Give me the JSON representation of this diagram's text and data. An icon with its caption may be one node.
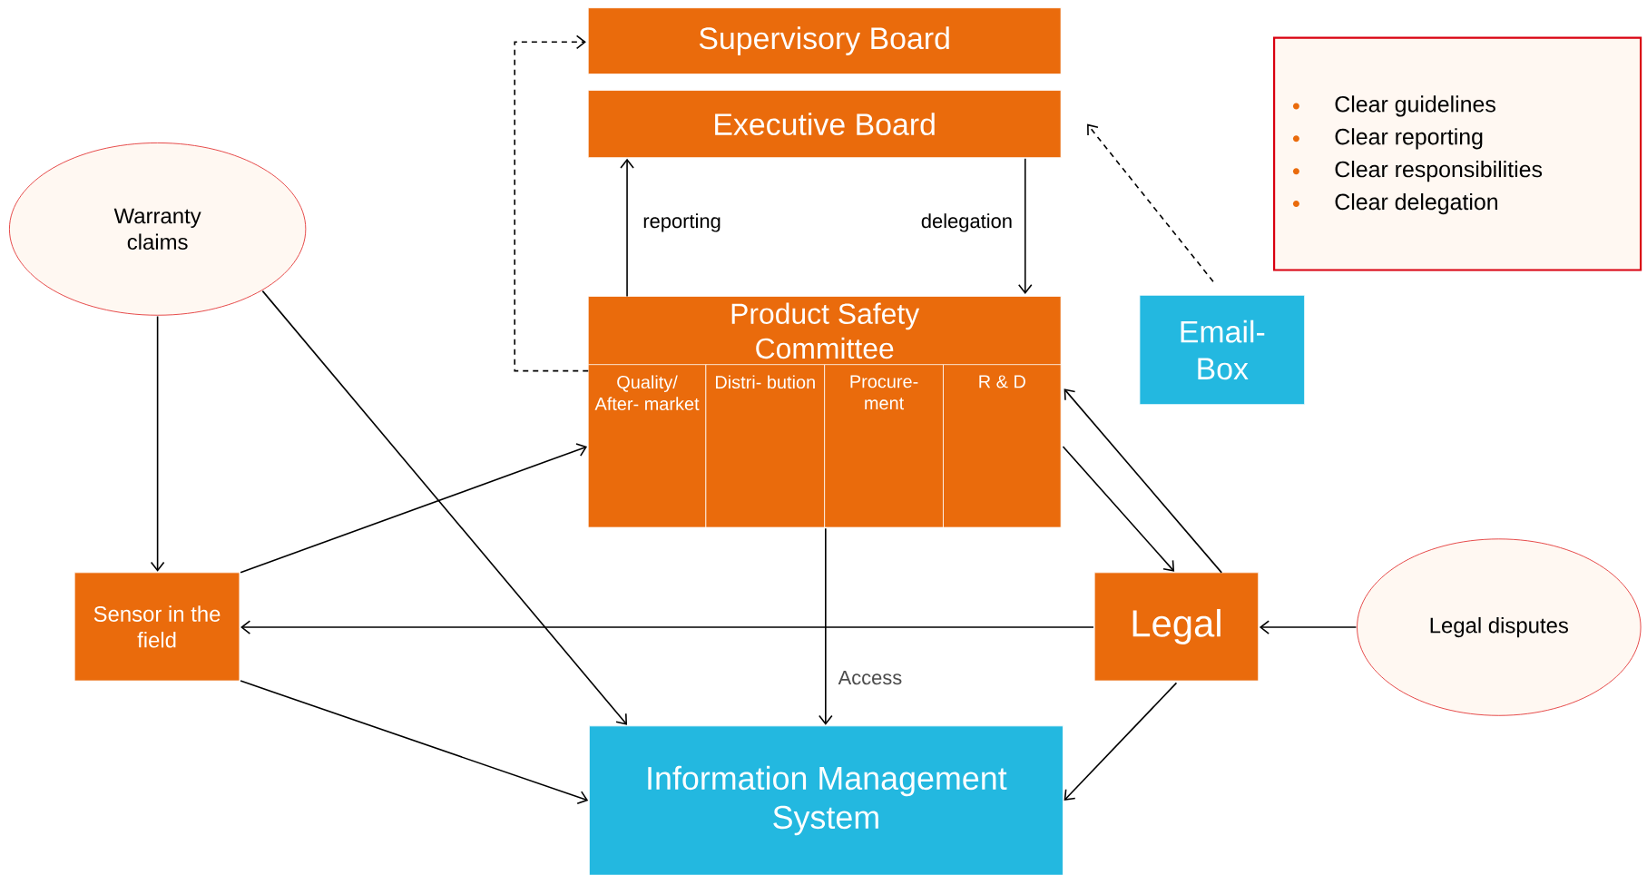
{
  "diagram": {
    "nodes": [
      {
        "text": [
          "Supervisory Board"
        ]
      },
      {
        "text": [
          "Executive Board"
        ]
      },
      {
        "text": [
          "Product Safety Committee"
        ]
      },
      {
        "text": [
          "Quality/ After- market"
        ],
        "in": 2
      },
      {
        "text": [
          "Distri- bution"
        ],
        "in": 2
      },
      {
        "text": [
          "Procure- ment"
        ],
        "in": 2
      },
      {
        "text": [
          "R & D"
        ],
        "in": 2
      },
      {
        "text": [
          "Warranty claims"
        ]
      },
      {
        "text": [
          "Sensor in the field"
        ]
      },
      {
        "text": [
          "Legal"
        ]
      },
      {
        "text": [
          "Legal disputes"
        ]
      },
      {
        "text": [
          "Email- Box"
        ]
      },
      {
        "text": [
          "Information Management System"
        ]
      },
      {
        "text": [
          "Clear guidelines",
          "Clear reporting",
          "Clear responsibilities",
          "Clear delegation"
        ]
      }
    ],
    "edges": [
      {
        "from": 2,
        "to": 0,
        "arrow": "to",
        "style": "dashed"
      },
      {
        "from": 2,
        "to": 1,
        "arrow": "to",
        "label": "reporting"
      },
      {
        "from": 1,
        "to": 2,
        "arrow": "to",
        "label": "delegation"
      },
      {
        "from": 11,
        "to": 1,
        "arrow": "to",
        "style": "dashed"
      },
      {
        "from": 7,
        "to": 8,
        "arrow": "to"
      },
      {
        "from": 7,
        "to": 12,
        "arrow": "to"
      },
      {
        "from": 8,
        "to": 3,
        "arrow": "to"
      },
      {
        "from": 8,
        "to": 12,
        "arrow": "to"
      },
      {
        "from": 9,
        "to": 8,
        "arrow": "to"
      },
      {
        "from": 10,
        "to": 9,
        "arrow": "to"
      },
      {
        "from": 6,
        "to": 9,
        "arrow": "to"
      },
      {
        "from": 9,
        "to": 6,
        "arrow": "to"
      },
      {
        "from": 9,
        "to": 12,
        "arrow": "to"
      },
      {
        "from": 2,
        "to": 12,
        "arrow": "to",
        "label": "Access"
      }
    ]
  }
}
